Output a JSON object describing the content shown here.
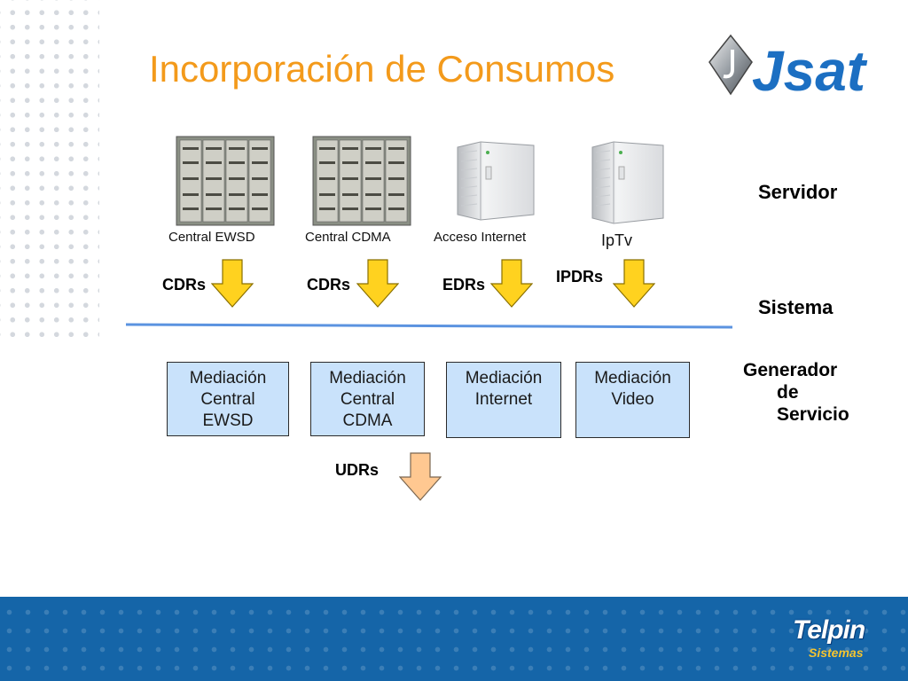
{
  "title": "Incorporación de Consumos",
  "brand": {
    "top_logo_text": "Jsat",
    "footer_logo_line1": "Telpin",
    "footer_logo_line2": "Sistemas"
  },
  "equipment": [
    {
      "label": "Central EWSD",
      "type": "rack-cabinet"
    },
    {
      "label": "Central CDMA",
      "type": "rack-cabinet"
    },
    {
      "label": "Acceso Internet",
      "type": "tower-server"
    },
    {
      "label": "IpTv",
      "type": "tower-server"
    }
  ],
  "records": [
    "CDRs",
    "CDRs",
    "EDRs",
    "IPDRs"
  ],
  "side_labels": {
    "servidor": "Servidor",
    "sistema": "Sistema",
    "generador": [
      "Generador",
      "de",
      "Servicio"
    ]
  },
  "mediation_boxes": [
    [
      "Mediación",
      "Central",
      "EWSD"
    ],
    [
      "Mediación",
      "Central",
      "CDMA"
    ],
    [
      "Mediación",
      "Internet"
    ],
    [
      "Mediación",
      "Video"
    ]
  ],
  "output_label": "UDRs",
  "colors": {
    "title": "#f39a1b",
    "arrow_yellow": "#ffd21f",
    "arrow_peach": "#ffc891",
    "box_fill": "#c9e2fb",
    "divider": "#5b93e0",
    "footer": "#1565a8"
  },
  "icons": [
    "jsat-logo-icon",
    "rack-cabinet-icon",
    "tower-server-icon",
    "down-arrow-icon",
    "telpin-logo-icon"
  ]
}
